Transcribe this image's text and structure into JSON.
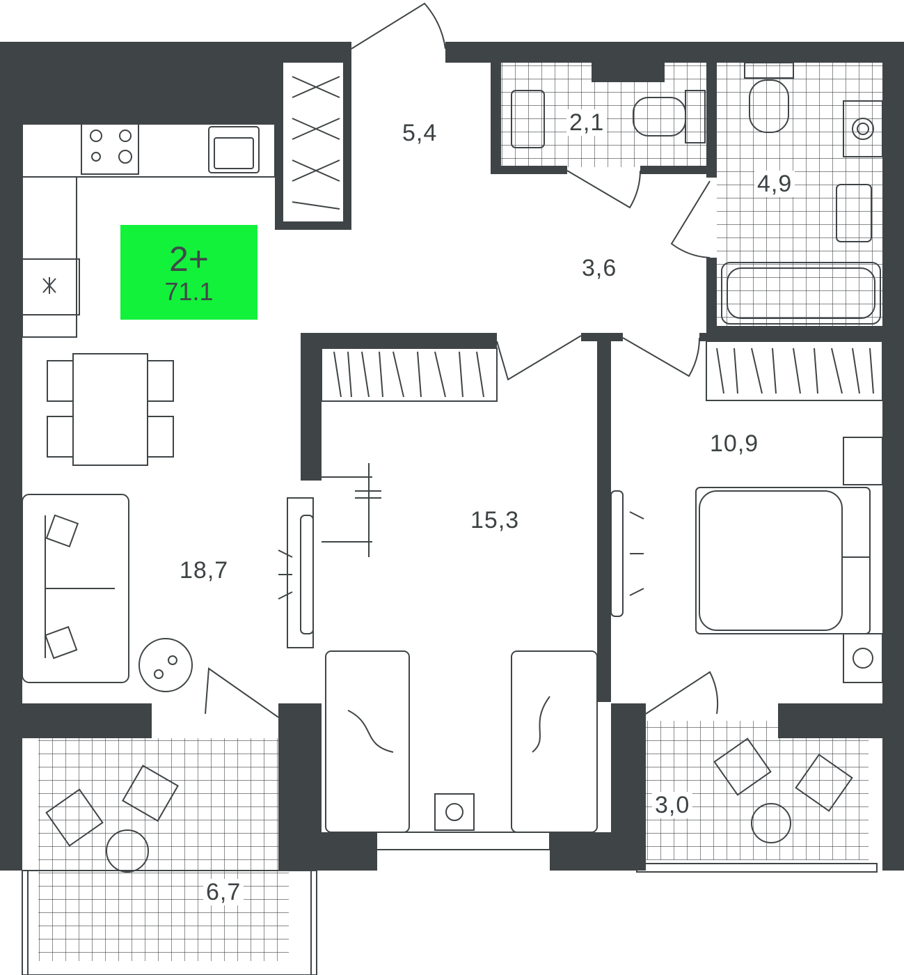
{
  "apartment": {
    "rooms": "2+",
    "total_area": "71.1",
    "badge_color": "#12f23b",
    "wall_color": "#3f4446"
  },
  "rooms": {
    "hall": "5,4",
    "wc": "2,1",
    "bathroom": "4,9",
    "corridor": "3,6",
    "kitchen_living": "18,7",
    "bedroom_kids": "15,3",
    "bedroom": "10,9",
    "balcony_left": "6,7",
    "balcony_right": "3,0"
  }
}
